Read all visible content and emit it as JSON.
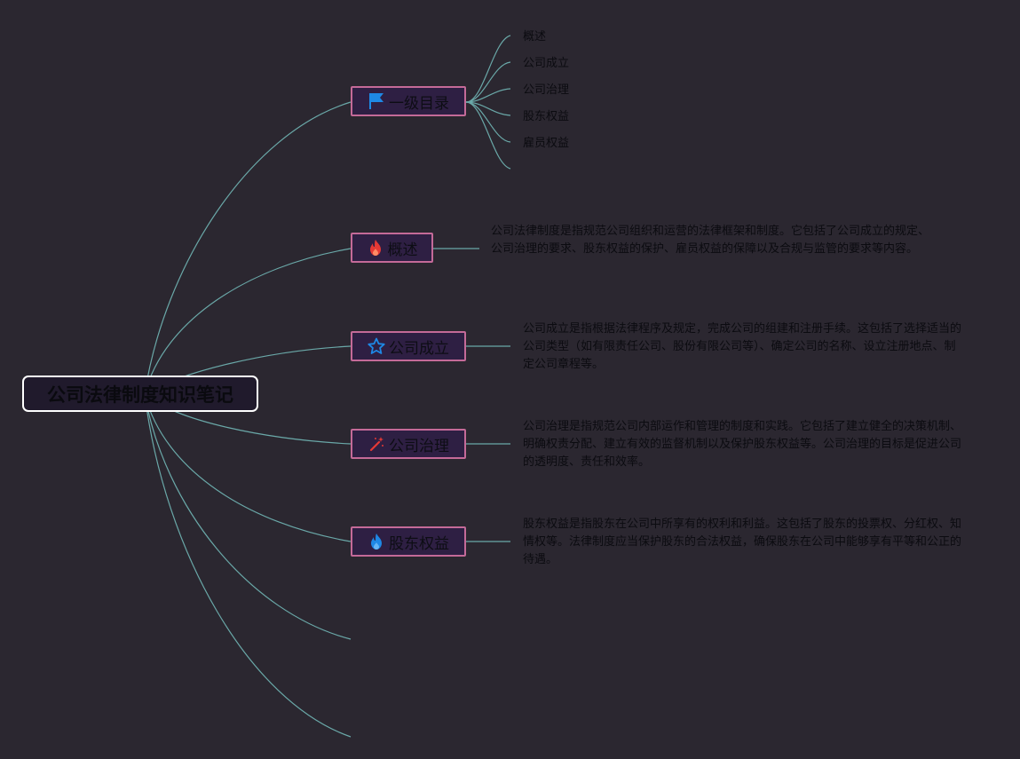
{
  "root": {
    "label": "公司法律制度知识笔记"
  },
  "branches": [
    {
      "label": "一级目录",
      "icon": "flag-icon"
    },
    {
      "label": "概述",
      "icon": "fire-icon"
    },
    {
      "label": "公司成立",
      "icon": "star-icon"
    },
    {
      "label": "公司治理",
      "icon": "magic-wand-icon"
    },
    {
      "label": "股东权益",
      "icon": "flame-blue-icon"
    }
  ],
  "toc_items": [
    "概述",
    "公司成立",
    "公司治理",
    "股东权益",
    "雇员权益"
  ],
  "descriptions": {
    "overview": "公司法律制度是指规范公司组织和运营的法律框架和制度。它包括了公司成立的规定、公司治理的要求、股东权益的保护、雇员权益的保障以及合规与监管的要求等内容。",
    "formation": "公司成立是指根据法律程序及规定，完成公司的组建和注册手续。这包括了选择适当的公司类型（如有限责任公司、股份有限公司等）、确定公司的名称、设立注册地点、制定公司章程等。",
    "governance": "公司治理是指规范公司内部运作和管理的制度和实践。它包括了建立健全的决策机制、明确权责分配、建立有效的监督机制以及保护股东权益等。公司治理的目标是促进公司的透明度、责任和效率。",
    "shareholder": "股东权益是指股东在公司中所享有的权利和利益。这包括了股东的投票权、分红权、知情权等。法律制度应当保护股东的合法权益，确保股东在公司中能够享有平等和公正的待遇。"
  },
  "colors": {
    "background": "#2b2730",
    "line": "#6aa8a8",
    "branch_border": "#c46a98",
    "root_border": "#ffffff",
    "flag": "#1e88e5",
    "fire": "#e53935",
    "star": "#1e88e5",
    "wand": "#e53935",
    "flame_blue": "#1e88e5"
  }
}
